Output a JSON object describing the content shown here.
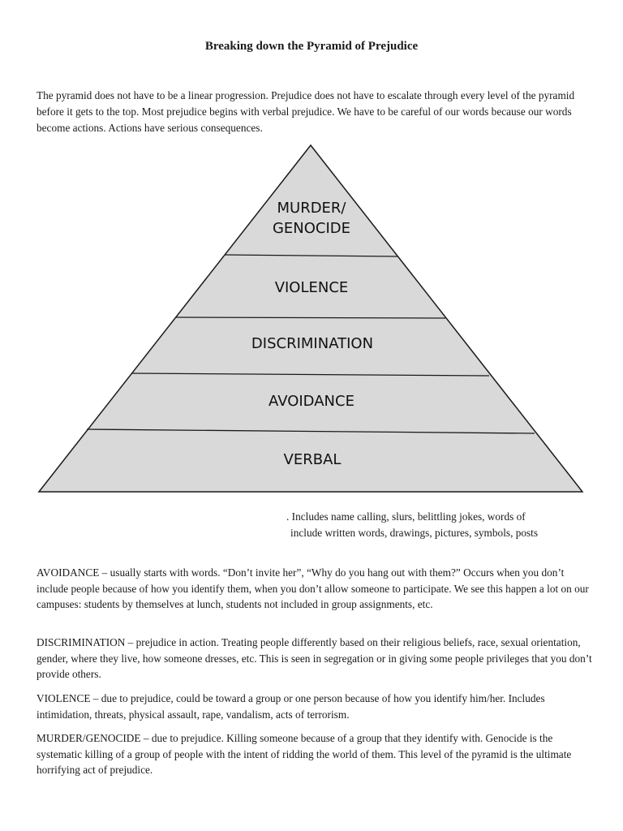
{
  "document": {
    "title": "Breaking down the Pyramid of Prejudice",
    "intro": "The pyramid does not have to be a linear progression. Prejudice does not have to escalate through every level of the pyramid before it gets to the top. Most prejudice begins with verbal prejudice. We have to be careful of our words because our words become actions. Actions have serious consequences."
  },
  "pyramid": {
    "fill_color": "#d9d9d9",
    "line_color": "#1a1a1a",
    "tiers": {
      "murder_line1": "MURDER/",
      "murder_line2": "GENOCIDE",
      "violence": "VIOLENCE",
      "discrimination": "DISCRIMINATION",
      "avoidance": "AVOIDANCE",
      "verbal": "VERBAL"
    }
  },
  "verbal_note": {
    "line1": ". Includes name calling, slurs, belittling jokes, words of",
    "line2": "include written words, drawings, pictures, symbols, posts"
  },
  "definitions": {
    "avoidance": "AVOIDANCE – usually starts with words. “Don’t invite her”, “Why do you hang out with them?” Occurs when you don’t include people because of how you identify them, when you don’t allow someone to participate. We see this happen a lot on our campuses: students by themselves at lunch, students not included in group assignments, etc.",
    "discrimination": "DISCRIMINATION – prejudice in action. Treating people differently based on their religious beliefs, race, sexual orientation, gender, where they live, how someone dresses, etc. This is seen in segregation or in giving some people privileges that you don’t provide others.",
    "violence": "VIOLENCE – due to prejudice, could be toward a group or one person because of how you identify him/her. Includes intimidation, threats, physical assault, rape, vandalism, acts of terrorism.",
    "murder": "MURDER/GENOCIDE – due to prejudice. Killing someone because of a group that they identify with. Genocide is the systematic killing of a group of people with the intent of ridding the world of them. This level of the pyramid is the ultimate horrifying act of prejudice."
  }
}
